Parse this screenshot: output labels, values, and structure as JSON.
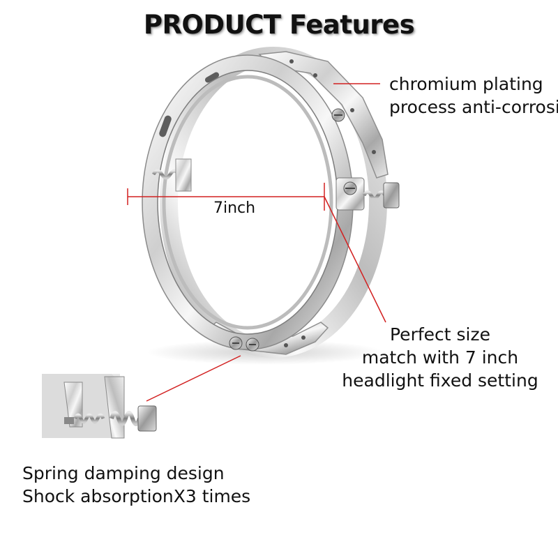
{
  "title": "PRODUCT Features",
  "measurement_label": "7inch",
  "callouts": {
    "plating": [
      "chromium plating",
      "process anti-corrosion"
    ],
    "size": [
      "Perfect size",
      "match with 7 inch",
      "headlight fixed setting"
    ],
    "spring": [
      "Spring damping design",
      "Shock absorptionX3 times"
    ]
  },
  "colors": {
    "leader_line": "#d22020",
    "chrome_light": "#f4f4f4",
    "chrome_dark": "#9c9c9c"
  }
}
